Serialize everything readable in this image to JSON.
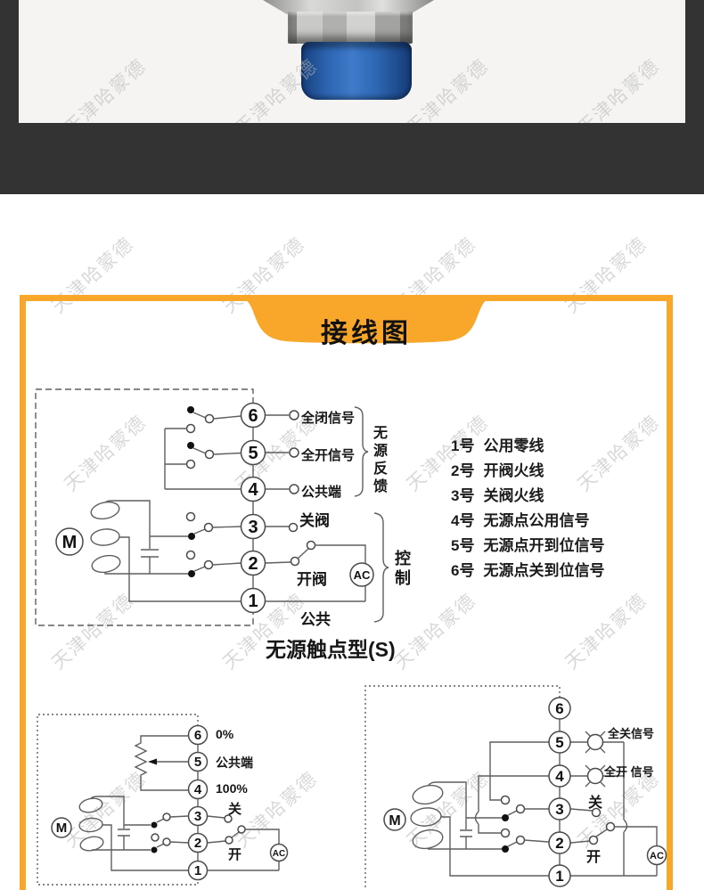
{
  "watermark": {
    "text": "天津哈蒙德"
  },
  "title": {
    "text": "接线图"
  },
  "main_diagram": {
    "terminals": [
      "6",
      "5",
      "4",
      "3",
      "2",
      "1"
    ],
    "motor_label": "M",
    "ac_label": "AC",
    "labels": {
      "full_closed_signal": "全闭信号",
      "full_open_signal": "全开信号",
      "common_terminal": "公共端",
      "close_valve": "关阀",
      "open_valve": "开阀",
      "common": "公共",
      "feedback_group": "无源反馈",
      "control_group": "控制"
    },
    "caption": "无源触点型(S)"
  },
  "terminal_list": {
    "items": [
      {
        "no": "1号",
        "desc": "公用零线"
      },
      {
        "no": "2号",
        "desc": "开阀火线"
      },
      {
        "no": "3号",
        "desc": "关阀火线"
      },
      {
        "no": "4号",
        "desc": "无源点公用信号"
      },
      {
        "no": "5号",
        "desc": "无源点开到位信号"
      },
      {
        "no": "6号",
        "desc": "无源点关到位信号"
      }
    ]
  },
  "bottom_left_diagram": {
    "terminals": [
      "6",
      "5",
      "4",
      "3",
      "2",
      "1"
    ],
    "motor_label": "M",
    "ac_label": "AC",
    "labels": {
      "zero_percent": "0%",
      "common_terminal": "公共端",
      "hundred_percent": "100%",
      "close": "关",
      "open": "开"
    }
  },
  "bottom_right_diagram": {
    "terminals": [
      "6",
      "5",
      "4",
      "3",
      "2",
      "1"
    ],
    "motor_label": "M",
    "ac_label": "AC",
    "labels": {
      "full_close_signal": "全关信号",
      "full_open_signal": "全开 信号",
      "close": "关",
      "open": "开"
    }
  },
  "colors": {
    "accent_orange": "#F8A72B",
    "dark_band": "#333333",
    "photo_background": "#F5F4F2",
    "cap_blue": "#2F66B4",
    "steel_gray": "#BDBDBB",
    "line_gray": "#5F5F5F",
    "watermark_gray": "#B9B9B9"
  }
}
